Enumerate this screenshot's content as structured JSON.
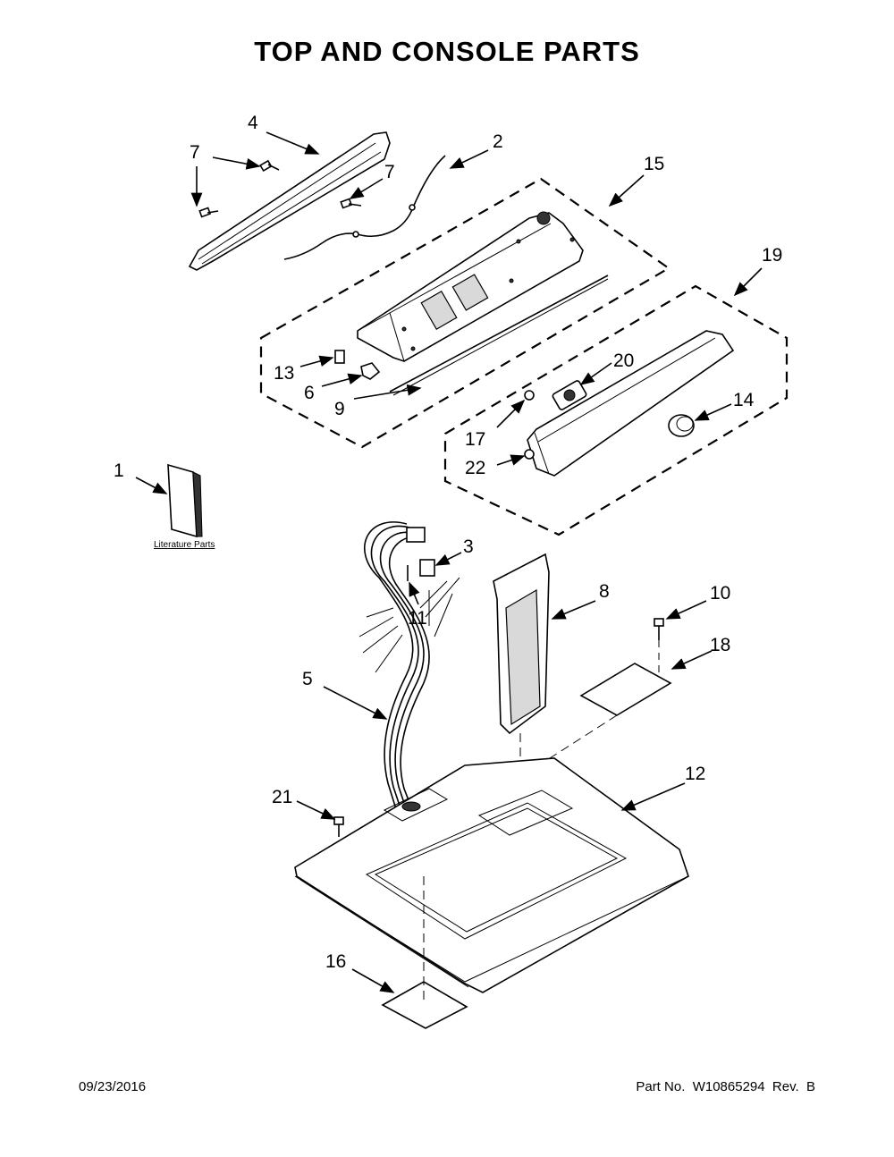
{
  "title": "TOP AND CONSOLE PARTS",
  "footer": {
    "date": "09/23/2016",
    "part_number": "Part No.  W10865294  Rev.  B"
  },
  "literature_label": "Literature Parts",
  "callouts": {
    "c1": "1",
    "c2": "2",
    "c3": "3",
    "c4": "4",
    "c5": "5",
    "c6": "6",
    "c7a": "7",
    "c7b": "7",
    "c8": "8",
    "c9": "9",
    "c10": "10",
    "c11": "11",
    "c12": "12",
    "c13": "13",
    "c14": "14",
    "c15": "15",
    "c16": "16",
    "c17": "17",
    "c18": "18",
    "c19": "19",
    "c20": "20",
    "c21": "21",
    "c22": "22"
  }
}
